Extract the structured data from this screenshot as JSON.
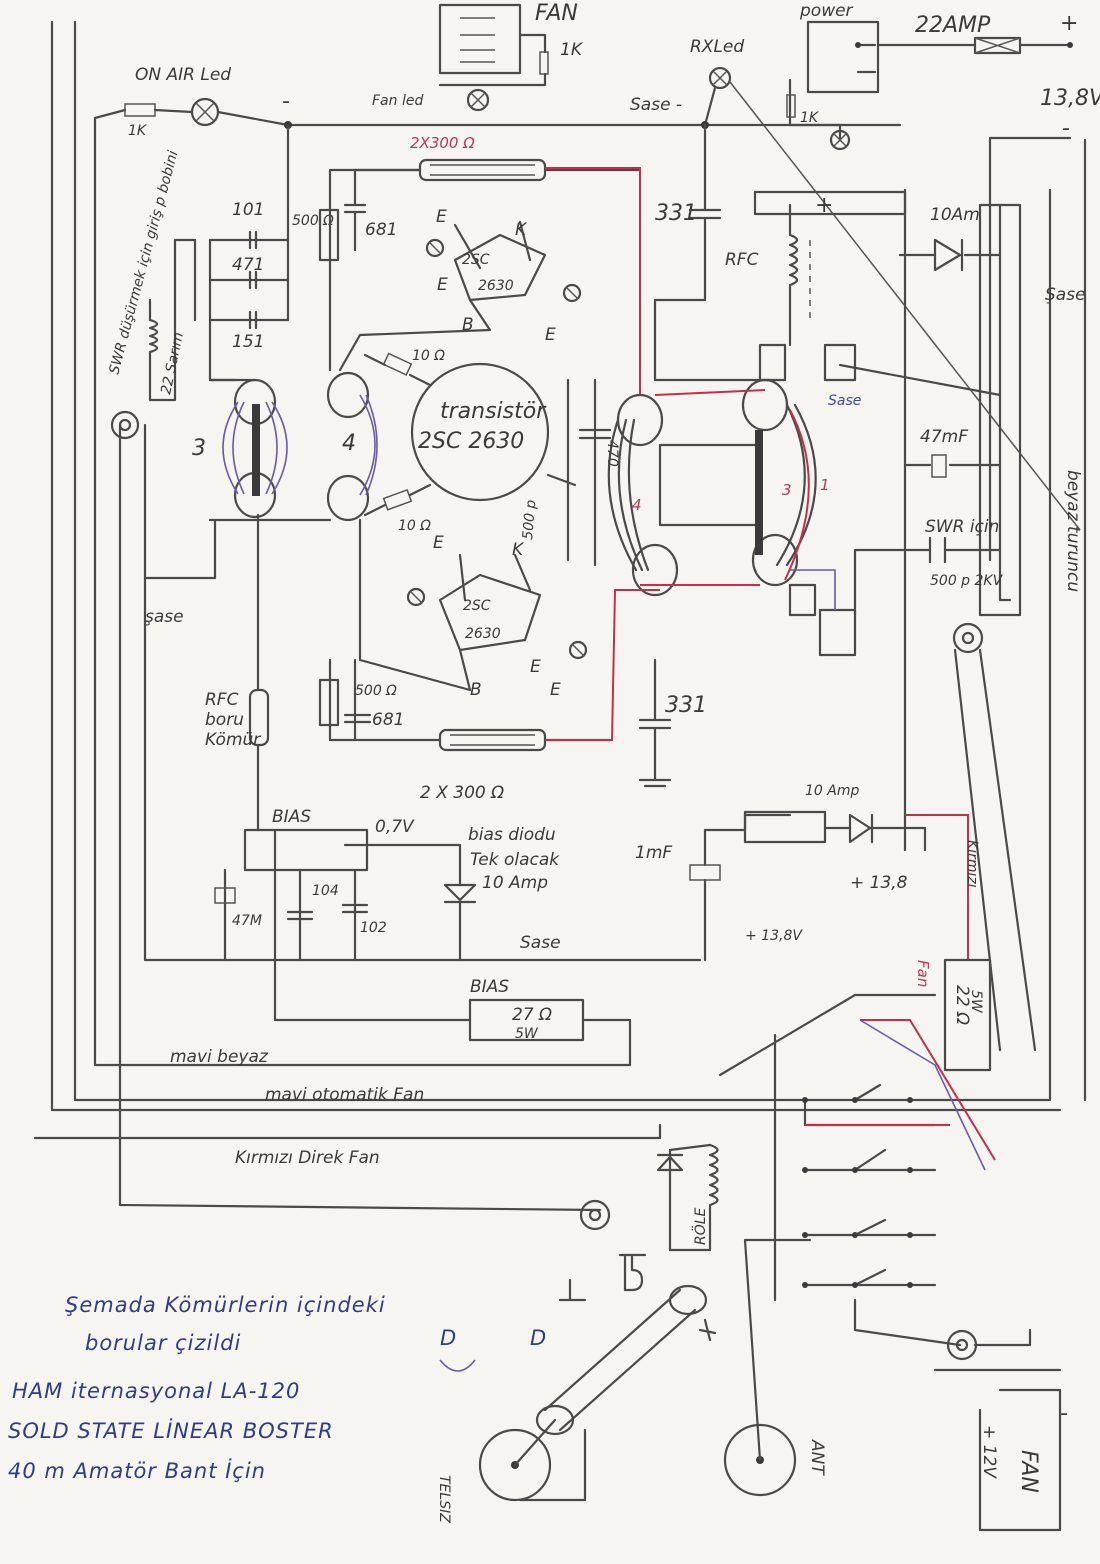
{
  "colors": {
    "ink": "#4a4a4a",
    "red_wire": "#c4304a",
    "purple_wire": "#6a5aa8",
    "note_ink": "#2f3c8a",
    "paper": "#f6f5f1"
  },
  "labels": {
    "fan_top": "FAN",
    "fan_res": "1K",
    "power": "power",
    "fuse_22a": "22AMP",
    "plus_top": "+",
    "v138_top": "13,8V",
    "minus_right": "-",
    "rx_led": "RXLed",
    "on_air_led": "ON AIR Led",
    "on_air_res": "1K",
    "minus_left": "-",
    "fan_led": "Fan led",
    "sase_top": "Sase -",
    "power_res": "1K",
    "r_top": "2X300 Ω",
    "c331_top": "331",
    "rfc_right": "RFC",
    "plus_rfc": "+",
    "fuse_10a": "10Am",
    "sase_right": "Şase",
    "c101": "101",
    "c471": "471",
    "c151": "151",
    "r500_top": "500 Ω",
    "c681_top": "681",
    "swr_note": "SWR düşürmek için giriş p bobini",
    "winding_22": "22 Sarım",
    "tr_top_E1": "E",
    "tr_top_K": "K",
    "tr_top_E2": "E",
    "tr_top_2sc": "2SC",
    "tr_top_2630": "2630",
    "tr_top_B": "B",
    "tr_top_E3": "E",
    "r10_top": "10 Ω",
    "r10_bot": "10 Ω",
    "transistor_title": "transistör",
    "transistor_model": "2SC 2630",
    "core_3_left": "3",
    "core_4_left": "4",
    "core_4_right": "4",
    "core_3_right": "3",
    "core_1_right": "1",
    "c500_mid": "500 p",
    "c470": "470",
    "sase_blue": "Sase",
    "c47mf": "47mF",
    "swr_for": "SWR için",
    "c500_2kv": "500 p 2KV",
    "beyaz_turuncu": "beyaz turuncu",
    "sase_left": "şase",
    "tr_bot_E1": "E",
    "tr_bot_K": "K",
    "tr_bot_2sc": "2SC",
    "tr_bot_2630": "2630",
    "tr_bot_B": "B",
    "tr_bot_E2": "E",
    "tr_bot_E3": "E",
    "r500_bot": "500 Ω",
    "c681_bot": "681",
    "c331_bot": "331",
    "r_bot": "2 X 300 Ω",
    "rfc_left_1": "RFC",
    "rfc_left_2": "boru",
    "rfc_left_3": "Kömür",
    "bias_label": "BIAS",
    "bias_v": "0,7V",
    "bias_diode_1": "bias diodu",
    "bias_diode_2": "Tek olacak",
    "bias_diode_3": "10 Amp",
    "c1mf": "1mF",
    "amp10_bot": "10 Amp",
    "plus_138": "+ 13,8",
    "plus_138v": "+ 13,8V",
    "kirmizi_right": "Kırmızı",
    "c47m": "47M",
    "c104": "104",
    "c102": "102",
    "sase_bottom": "Sase",
    "bias_res_label": "BIAS",
    "res_27": "27 Ω",
    "res_5w": "5W",
    "fan_red": "Fan",
    "res_22": "22 Ω",
    "res_22_5w": "5W",
    "mavi_beyaz": "mavi beyaz",
    "mavi_oto": "mavi otomatik Fan",
    "kirmizi_direk": "Kırmızı Direk Fan",
    "role": "RÖLE",
    "ant": "ANT",
    "telsiz": "TELSIZ",
    "fan_bot": "FAN",
    "v12_bot": "+ 12V",
    "minus_bot": "-",
    "dv": "D",
    "note_line1": "Şemada Kömürlerin içindeki",
    "note_line2": "borular çizildi",
    "note_line3": "HAM iternasyonal LA-120",
    "note_line4": "SOLD STATE LİNEAR BOSTER",
    "note_line5": "40 m Amatör Bant İçin"
  }
}
